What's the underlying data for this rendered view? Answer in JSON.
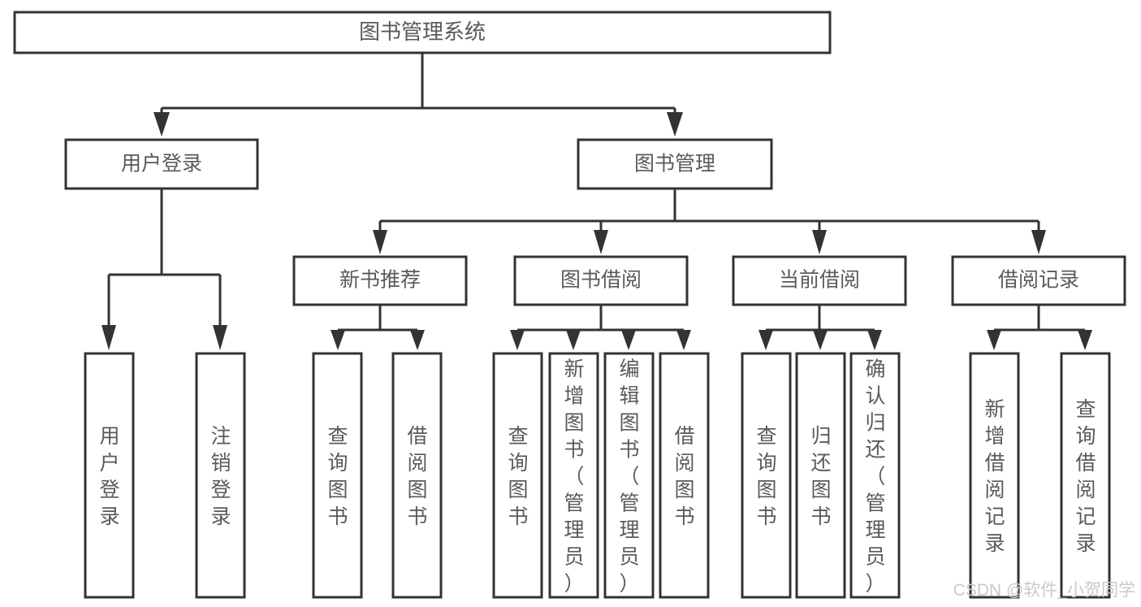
{
  "diagram": {
    "type": "tree-hierarchy",
    "title": "图书管理系统",
    "orientation": "top-down",
    "colors": {
      "background": "#ffffff",
      "box_stroke": "#333333",
      "box_fill": "#ffffff",
      "text": "#5a5a5a",
      "connector": "#333333",
      "watermark": "#c9c9c9"
    },
    "root": {
      "label": "图书管理系统"
    },
    "level1": [
      {
        "label": "用户登录"
      },
      {
        "label": "图书管理"
      }
    ],
    "level2": [
      {
        "label": "新书推荐"
      },
      {
        "label": "图书借阅"
      },
      {
        "label": "当前借阅"
      },
      {
        "label": "借阅记录"
      }
    ],
    "leaves": {
      "user_login": [
        {
          "label": "用户登录"
        },
        {
          "label": "注销登录"
        }
      ],
      "new_book_recommend": [
        {
          "label": "查询图书"
        },
        {
          "label": "借阅图书"
        }
      ],
      "book_borrow": [
        {
          "label": "查询图书"
        },
        {
          "label": "新增图书（管理员）"
        },
        {
          "label": "编辑图书（管理员）"
        },
        {
          "label": "借阅图书"
        }
      ],
      "current_borrow": [
        {
          "label": "查询图书"
        },
        {
          "label": "归还图书"
        },
        {
          "label": "确认归还（管理员）"
        }
      ],
      "borrow_record": [
        {
          "label": "新增借阅记录"
        },
        {
          "label": "查询借阅记录"
        }
      ]
    },
    "watermark": "CSDN @软件_小贺同学"
  }
}
